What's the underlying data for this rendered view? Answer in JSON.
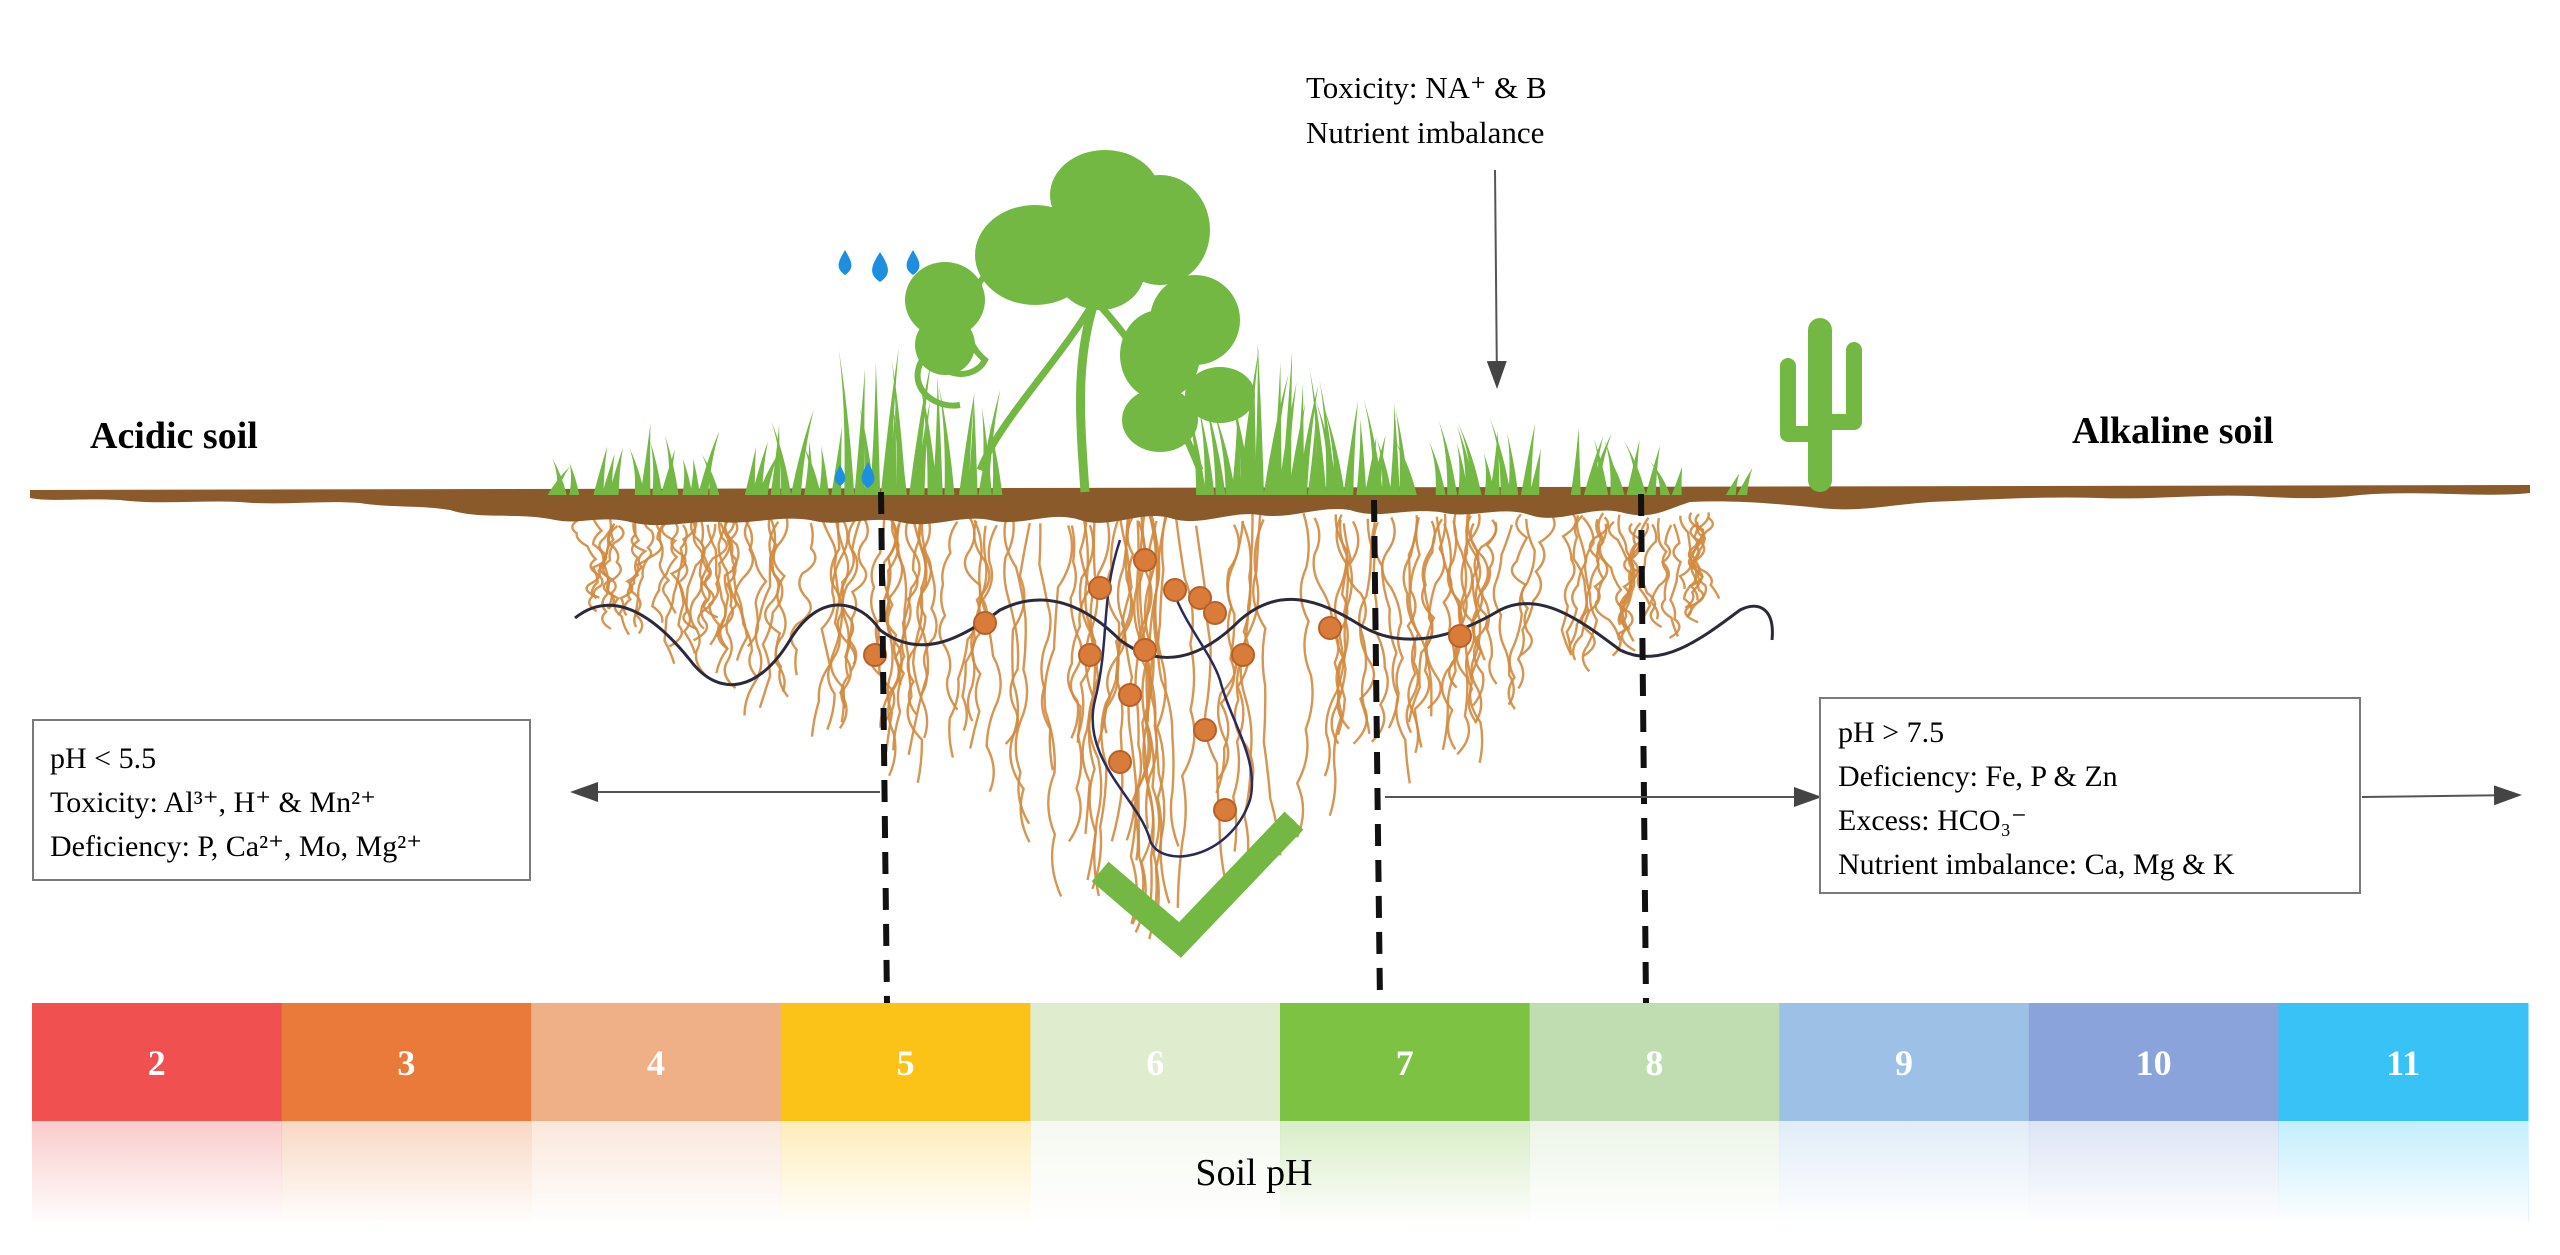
{
  "left_label": "Acidic soil",
  "right_label": "Alkaline soil",
  "top_annotation": {
    "line1": "Toxicity: NA⁺ & B",
    "line2": "Nutrient imbalance"
  },
  "acidic_box": {
    "line1": "pH < 5.5",
    "line2": "Toxicity: Al³⁺, H⁺ & Mn²⁺",
    "line3": "Deficiency: P, Ca²⁺, Mo, Mg²⁺"
  },
  "alkaline_box": {
    "line1": "pH > 7.5",
    "line2": "Deficiency: Fe, P & Zn",
    "line3": "Excess: HCO₃⁻",
    "line4": "Nutrient imbalance: Ca, Mg & K"
  },
  "ph_scale": {
    "title": "Soil pH",
    "segments": [
      {
        "label": "2",
        "color": "#f05050"
      },
      {
        "label": "3",
        "color": "#e97a3a"
      },
      {
        "label": "4",
        "color": "#efb088"
      },
      {
        "label": "5",
        "color": "#fbc317"
      },
      {
        "label": "6",
        "color": "#dfeccd"
      },
      {
        "label": "7",
        "color": "#7ec243"
      },
      {
        "label": "8",
        "color": "#bfddb0"
      },
      {
        "label": "9",
        "color": "#9cc0e6"
      },
      {
        "label": "10",
        "color": "#8aa3db"
      },
      {
        "label": "11",
        "color": "#38c2f6"
      }
    ]
  },
  "colors": {
    "soil": "#8a5a2b",
    "plant": "#72b843",
    "roots": "#d1893e",
    "water": "#1d8fe0",
    "nodule": "#d97c3a"
  }
}
